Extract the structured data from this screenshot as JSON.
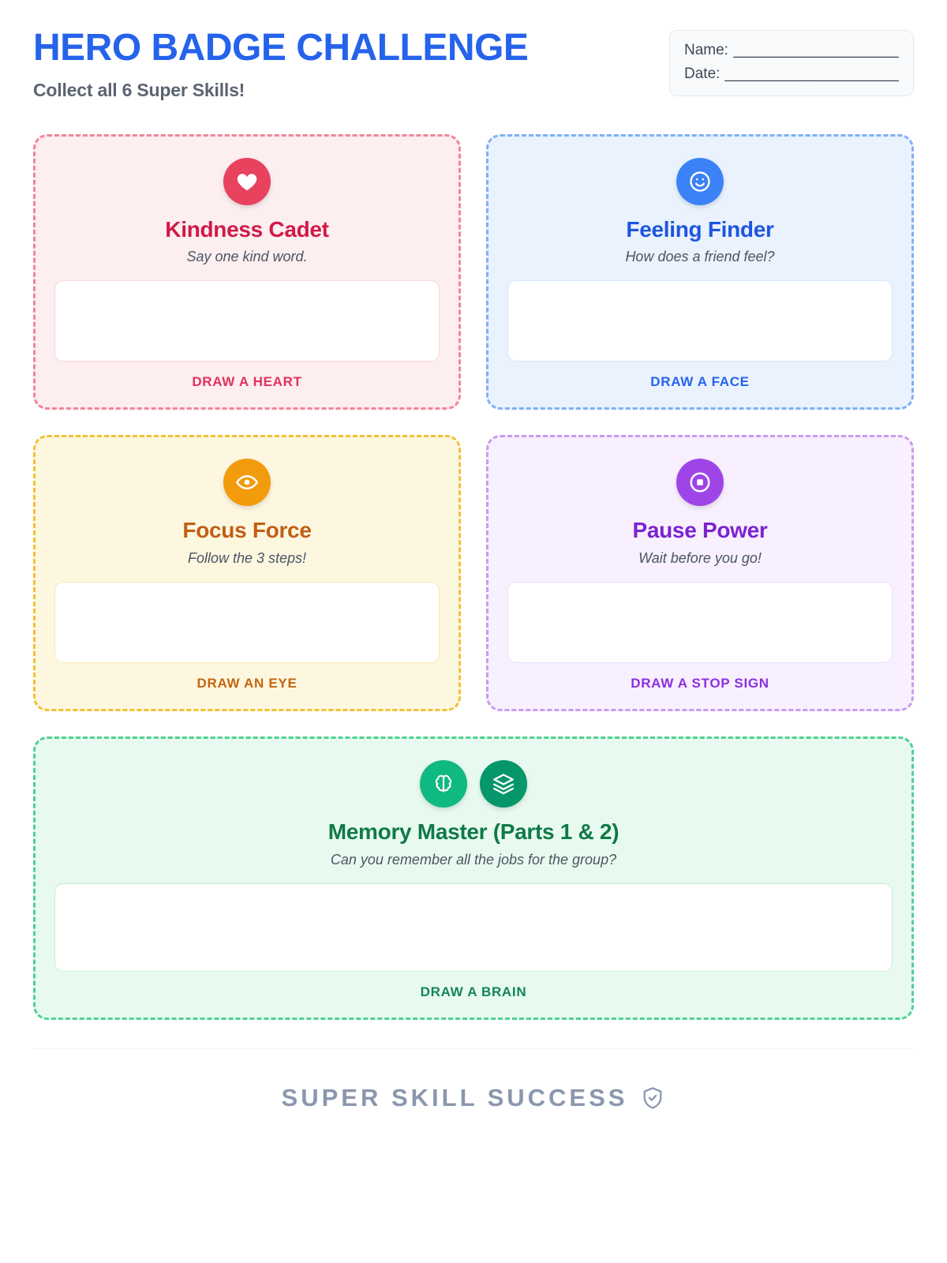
{
  "header": {
    "title": "HERO BADGE CHALLENGE",
    "subtitle": "Collect all 6 Super Skills!",
    "name_label": "Name:",
    "name_line": "_______________________",
    "date_label": "Date:",
    "date_line": "________________________"
  },
  "badges": [
    {
      "title": "Kindness Cadet",
      "prompt": "Say one kind word.",
      "hint": "DRAW A HEART",
      "icons": [
        "heart-icon"
      ],
      "accent": "#E8425F",
      "title_color": "#D01A47",
      "bg": "#FDEEF0",
      "border": "#F1849C"
    },
    {
      "title": "Feeling Finder",
      "prompt": "How does a friend feel?",
      "hint": "DRAW A FACE",
      "icons": [
        "smiley-face-icon"
      ],
      "accent": "#3B82F6",
      "title_color": "#1D56E0",
      "bg": "#EAF2FE",
      "border": "#7FB0F4"
    },
    {
      "title": "Focus Force",
      "prompt": "Follow the 3 steps!",
      "hint": "DRAW AN EYE",
      "icons": [
        "eye-icon"
      ],
      "accent": "#F29B0C",
      "title_color": "#C05F16",
      "bg": "#FDF7E0",
      "border": "#F2C233"
    },
    {
      "title": "Pause Power",
      "prompt": "Wait before you go!",
      "hint": "DRAW A STOP SIGN",
      "icons": [
        "stop-circle-icon"
      ],
      "accent": "#9F45E8",
      "title_color": "#7C22CE",
      "bg": "#F8F0FE",
      "border": "#C89CF0"
    },
    {
      "title": "Memory Master (Parts 1 & 2)",
      "prompt": "Can you remember all the jobs for the group?",
      "hint": "DRAW A BRAIN",
      "icons": [
        "brain-icon",
        "layers-icon"
      ],
      "accent": "#10B981",
      "title_color": "#0F7A47",
      "bg": "#E8FAEF",
      "border": "#4FD195"
    }
  ],
  "footer": {
    "text": "SUPER SKILL SUCCESS",
    "icon": "shield-check-icon",
    "color": "#8A97AD"
  }
}
